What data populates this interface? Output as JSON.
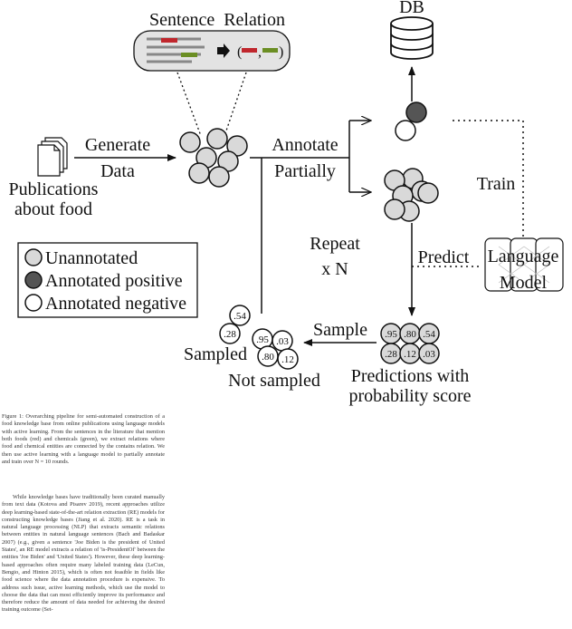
{
  "figure": {
    "sentence_relation": "Sentence  Relation",
    "db": "DB",
    "generate": "Generate",
    "data": "Data",
    "publications_1": "Publications",
    "publications_2": "about food",
    "annotate": "Annotate",
    "partially": "Partially",
    "train": "Train",
    "repeat": "Repeat",
    "xn": "x N",
    "predict": "Predict",
    "language": "Language",
    "model": "Model",
    "sample": "Sample",
    "sampled": "Sampled",
    "not_sampled": "Not sampled",
    "predictions_1": "Predictions with",
    "predictions_2": "probability score",
    "paren_open": "(",
    "paren_comma": ",",
    "paren_close": ")",
    "legend": {
      "unannotated": "Unannotated",
      "positive": "Annotated positive",
      "negative": "Annotated negative"
    },
    "scores": {
      "p1": ".95",
      "p2": ".80",
      "p3": ".54",
      "p4": ".28",
      "p5": ".12",
      "p6": ".03",
      "s1": ".54",
      "s2": ".28",
      "n1": ".95",
      "n2": ".03",
      "n3": ".80",
      "n4": ".12"
    },
    "colors": {
      "red": "#c0272d",
      "green": "#6b8e23",
      "positive": "#555555",
      "unannotated": "#d9d9d9"
    }
  },
  "caption": "Figure 1: Overarching pipeline for semi-automated construction of a food knowledge base from online publications using language models with active learning. From the sentences in the literature that mention both foods (red) and chemicals (green), we extract relations where food and chemical entities are connected by the contains relation. We then use active learning with a language model to partially annotate and train over N = 10 rounds.",
  "body_text": "While knowledge bases have traditionally been curated manually from text data (Kotova and Pisarev 2019), recent approaches utilize deep learning-based state-of-the-art relation extraction (RE) models for constructing knowledge bases (Jiang et al. 2020). RE is a task in natural language processing (NLP) that extracts semantic relations between entities in natural language sentences (Bach and Badaskar 2007) (e.g., given a sentence 'Joe Biden is the president of United States', an RE model extracts a relation of 'is-PresidentOf' between the entities 'Joe Biden' and 'United States'). However, these deep learning-based approaches often require many labeled training data (LeCun, Bengio, and Hinton 2015), which is often not feasible in fields like food science where the data annotation procedure is expensive. To address such issue, active learning methods, which use the model to choose the data that can most efficiently improve its performance and therefore reduce the amount of data needed for achieving the desired training outcome (Set-"
}
